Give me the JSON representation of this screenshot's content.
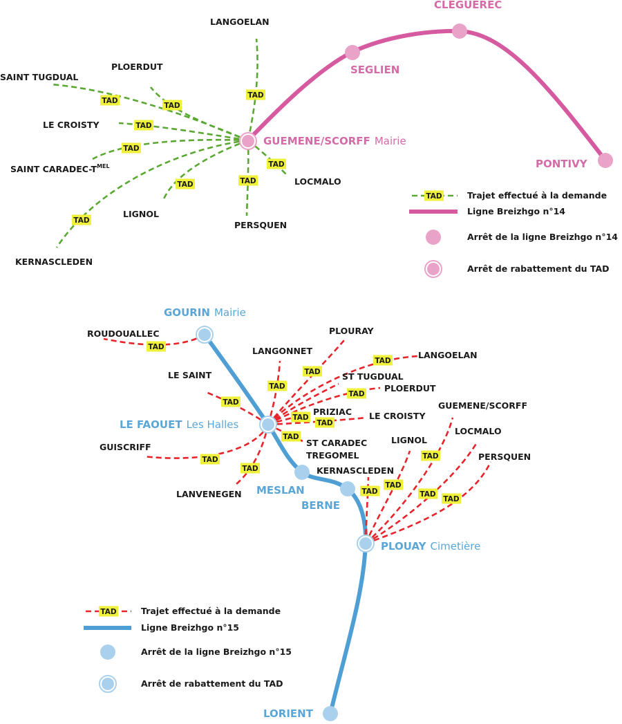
{
  "colors": {
    "line14": "#d65aa0",
    "stop14": "#e9a3c9",
    "line15": "#4f9fd4",
    "stop15": "#a9d0ec",
    "tad_green": "#5aa832",
    "tad_red": "#e8232a",
    "tad_badge": "#eef03a"
  },
  "tad_label": "TAD",
  "map14": {
    "hub": {
      "name": "GUEMENE/SCORFF",
      "suffix": "Mairie"
    },
    "stops": [
      "SEGLIEN",
      "CLEGUEREC",
      "PONTIVY"
    ],
    "communes": {
      "langoelan": "LANGOELAN",
      "ploerdut": "PLOERDUT",
      "saint_tugdual": "SAINT TUGDUAL",
      "le_croisty": "LE CROISTY",
      "saint_caradec": "SAINT CARADEC-T",
      "saint_caradec_sup": "MEL",
      "lignol": "LIGNOL",
      "kernascleden": "KERNASCLEDEN",
      "persquen": "PERSQUEN",
      "locmalo": "LOCMALO"
    },
    "legend": {
      "tad": "Trajet effectué à la demande",
      "line": "Ligne Breizhgo n°14",
      "stop": "Arrêt de la ligne Breizhgo n°14",
      "hubstop": "Arrêt de rabattement du TAD"
    }
  },
  "map15": {
    "gourin": {
      "name": "GOURIN",
      "suffix": "Mairie"
    },
    "le_faouet": {
      "name": "LE FAOUET",
      "suffix": "Les Halles"
    },
    "meslan": "MESLAN",
    "berne": "BERNE",
    "plouay": {
      "name": "PLOUAY",
      "suffix": "Cimetière"
    },
    "lorient": "LORIENT",
    "communes": {
      "roudouallec": "ROUDOUALLEC",
      "langonnet": "LANGONNET",
      "plouray": "PLOURAY",
      "langoelan": "LANGOELAN",
      "st_tugdual": "ST TUGDUAL",
      "ploerdut": "PLOERDUT",
      "le_saint": "LE SAINT",
      "priziac": "PRIZIAC",
      "le_croisty": "LE CROISTY",
      "st_caradec_tregomel_1": "ST CARADEC",
      "st_caradec_tregomel_2": "TREGOMEL",
      "guiscriff": "GUISCRIFF",
      "lanvenegen": "LANVENEGEN",
      "kernascleden": "KERNASCLEDEN",
      "lignol": "LIGNOL",
      "guemene": "GUEMENE/SCORFF",
      "locmalo": "LOCMALO",
      "persquen": "PERSQUEN"
    },
    "legend": {
      "tad": "Trajet effectué à la demande",
      "line": "Ligne Breizhgo n°15",
      "stop": "Arrêt de la ligne Breizhgo n°15",
      "hubstop": "Arrêt de rabattement du TAD"
    }
  }
}
